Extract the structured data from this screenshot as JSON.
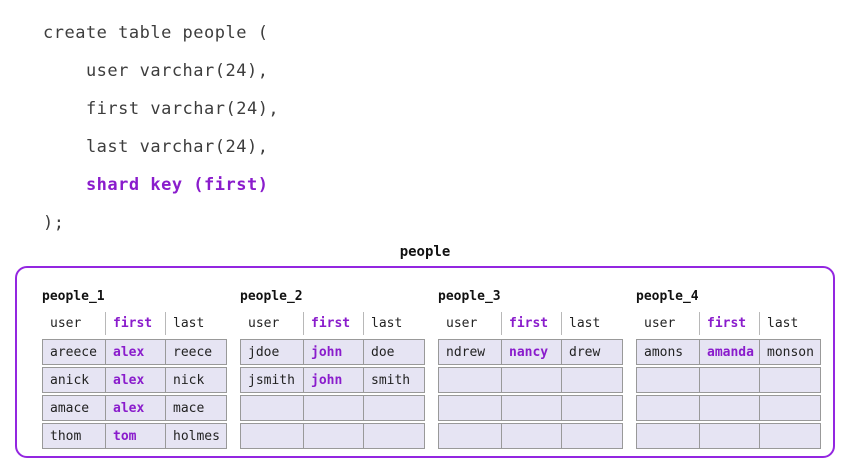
{
  "code": {
    "lines": [
      {
        "text": "create table people ("
      },
      {
        "text": "    user varchar(24),"
      },
      {
        "text": "    first varchar(24),"
      },
      {
        "text": "    last varchar(24),"
      },
      {
        "text": "    shard key (first)",
        "highlight": true
      },
      {
        "text": ");"
      }
    ]
  },
  "diagram": {
    "title": "people",
    "headers": [
      "user",
      "first",
      "last"
    ],
    "shard_key_column": "first",
    "shards": [
      {
        "name": "people_1",
        "rows": [
          [
            "areece",
            "alex",
            "reece"
          ],
          [
            "anick",
            "alex",
            "nick"
          ],
          [
            "amace",
            "alex",
            "mace"
          ],
          [
            "thom",
            "tom",
            "holmes"
          ]
        ]
      },
      {
        "name": "people_2",
        "rows": [
          [
            "jdoe",
            "john",
            "doe"
          ],
          [
            "jsmith",
            "john",
            "smith"
          ],
          [
            "",
            "",
            ""
          ],
          [
            "",
            "",
            ""
          ]
        ]
      },
      {
        "name": "people_3",
        "rows": [
          [
            "ndrew",
            "nancy",
            "drew"
          ],
          [
            "",
            "",
            ""
          ],
          [
            "",
            "",
            ""
          ],
          [
            "",
            "",
            ""
          ]
        ]
      },
      {
        "name": "people_4",
        "rows": [
          [
            "amons",
            "amanda",
            "monson"
          ],
          [
            "",
            "",
            ""
          ],
          [
            "",
            "",
            ""
          ],
          [
            "",
            "",
            ""
          ]
        ]
      }
    ]
  },
  "colors": {
    "purple_text": "#8a1ccc",
    "container_border": "#9326e0",
    "code_text": "#3d3d3d",
    "cell_background": "#e6e4f3",
    "cell_border": "#999999"
  }
}
